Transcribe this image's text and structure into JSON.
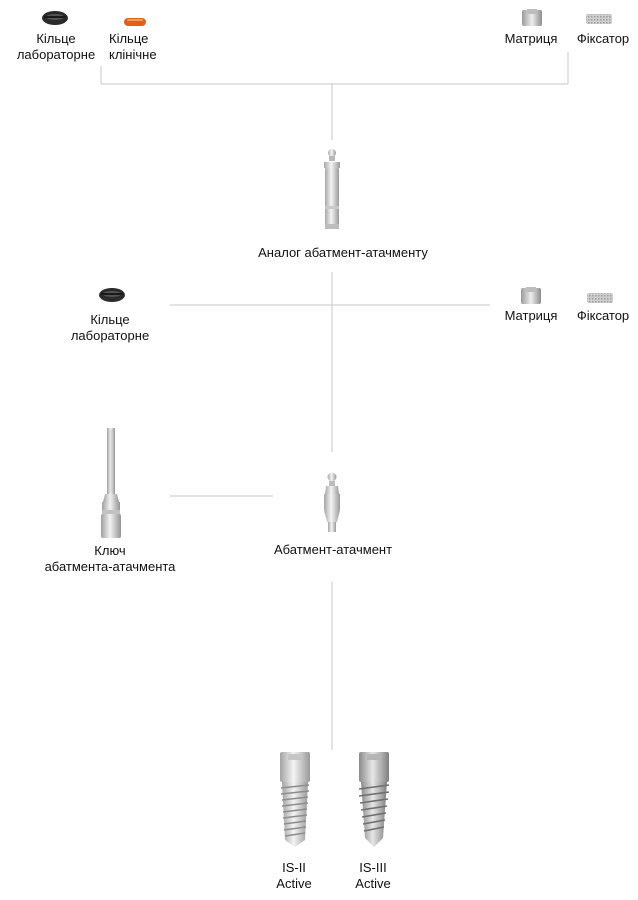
{
  "top_row": {
    "lab_ring": {
      "line1": "Кільце",
      "line2": "лабораторне"
    },
    "clinical_ring": {
      "line1": "Кільце",
      "line2": "клінічне"
    },
    "matrix": "Матриця",
    "fixator": "Фіксатор"
  },
  "analog": {
    "label": "Аналог абатмент-атачменту"
  },
  "middle_row": {
    "lab_ring": {
      "line1": "Кільце",
      "line2": "лабораторне"
    },
    "matrix": "Матриця",
    "fixator": "Фіксатор"
  },
  "key": {
    "line1": "Ключ",
    "line2": "абатмента-атачмента"
  },
  "abutment": {
    "label": "Абатмент-атачмент"
  },
  "implants": [
    {
      "line1": "IS-II",
      "line2": "Active"
    },
    {
      "line1": "IS-III",
      "line2": "Active"
    }
  ],
  "colors": {
    "connector_line": "#c7c7c7",
    "lab_ring": "#2b2b2b",
    "clinical_ring": "#e0601a",
    "metal_light": "#e2e2e2",
    "metal_dark": "#9a9a9a"
  }
}
